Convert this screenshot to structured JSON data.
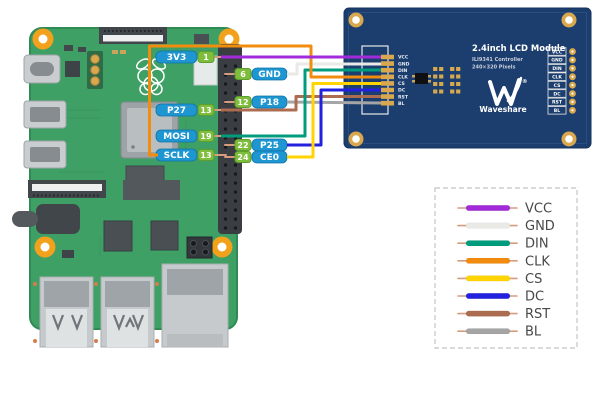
{
  "colors": {
    "board_green": "#3FA066",
    "board_green_edge": "#2F8A54",
    "lcd_blue": "#1C3E6E",
    "badge_blue": "#1E96D2",
    "badge_green": "#7FBE3C",
    "gold_pad": "#D9A84E",
    "pi_hole_orange": "#F2A11D",
    "wire_stub": "#D69C80",
    "wires": {
      "vcc": "#A12BDB",
      "gnd": "#E9E9E5",
      "din": "#009C7B",
      "clk": "#F28C0F",
      "cs": "#FFD400",
      "dc": "#2121DE",
      "rst": "#AB6C50",
      "bl": "#A5A5A5"
    }
  },
  "raspberry_pi": {
    "left_pins": [
      {
        "label": "3V3",
        "pin": "1"
      },
      {
        "label": "P27",
        "pin": "13"
      },
      {
        "label": "MOSI",
        "pin": "19"
      },
      {
        "label": "SCLK",
        "pin": "13"
      }
    ],
    "right_pins": [
      {
        "pin": "6",
        "label": "GND"
      },
      {
        "pin": "12",
        "label": "P18"
      },
      {
        "pin": "22",
        "label": "P25"
      },
      {
        "pin": "24",
        "label": "CE0"
      }
    ]
  },
  "lcd_module": {
    "title": "2.4inch LCD Module",
    "subtitle1": "ILI9341 Controller",
    "subtitle2": "240×320 Pixels",
    "brand": "Waveshare",
    "reg_mark": "®",
    "pad_labels": [
      "VCC",
      "GND",
      "DIN",
      "CLK",
      "CS",
      "DC",
      "RST",
      "BL"
    ],
    "header_labels": [
      "VCC",
      "GND",
      "DIN",
      "CLK",
      "CS",
      "DC",
      "RST",
      "BL"
    ]
  },
  "legend": {
    "items": [
      {
        "label": "VCC",
        "color": "#A12BDB"
      },
      {
        "label": "GND",
        "color": "#E9E9E5"
      },
      {
        "label": "DIN",
        "color": "#009C7B"
      },
      {
        "label": "CLK",
        "color": "#F28C0F"
      },
      {
        "label": "CS",
        "color": "#FFD400"
      },
      {
        "label": "DC",
        "color": "#2121DE"
      },
      {
        "label": "RST",
        "color": "#AB6C50"
      },
      {
        "label": "BL",
        "color": "#A5A5A5"
      }
    ]
  }
}
